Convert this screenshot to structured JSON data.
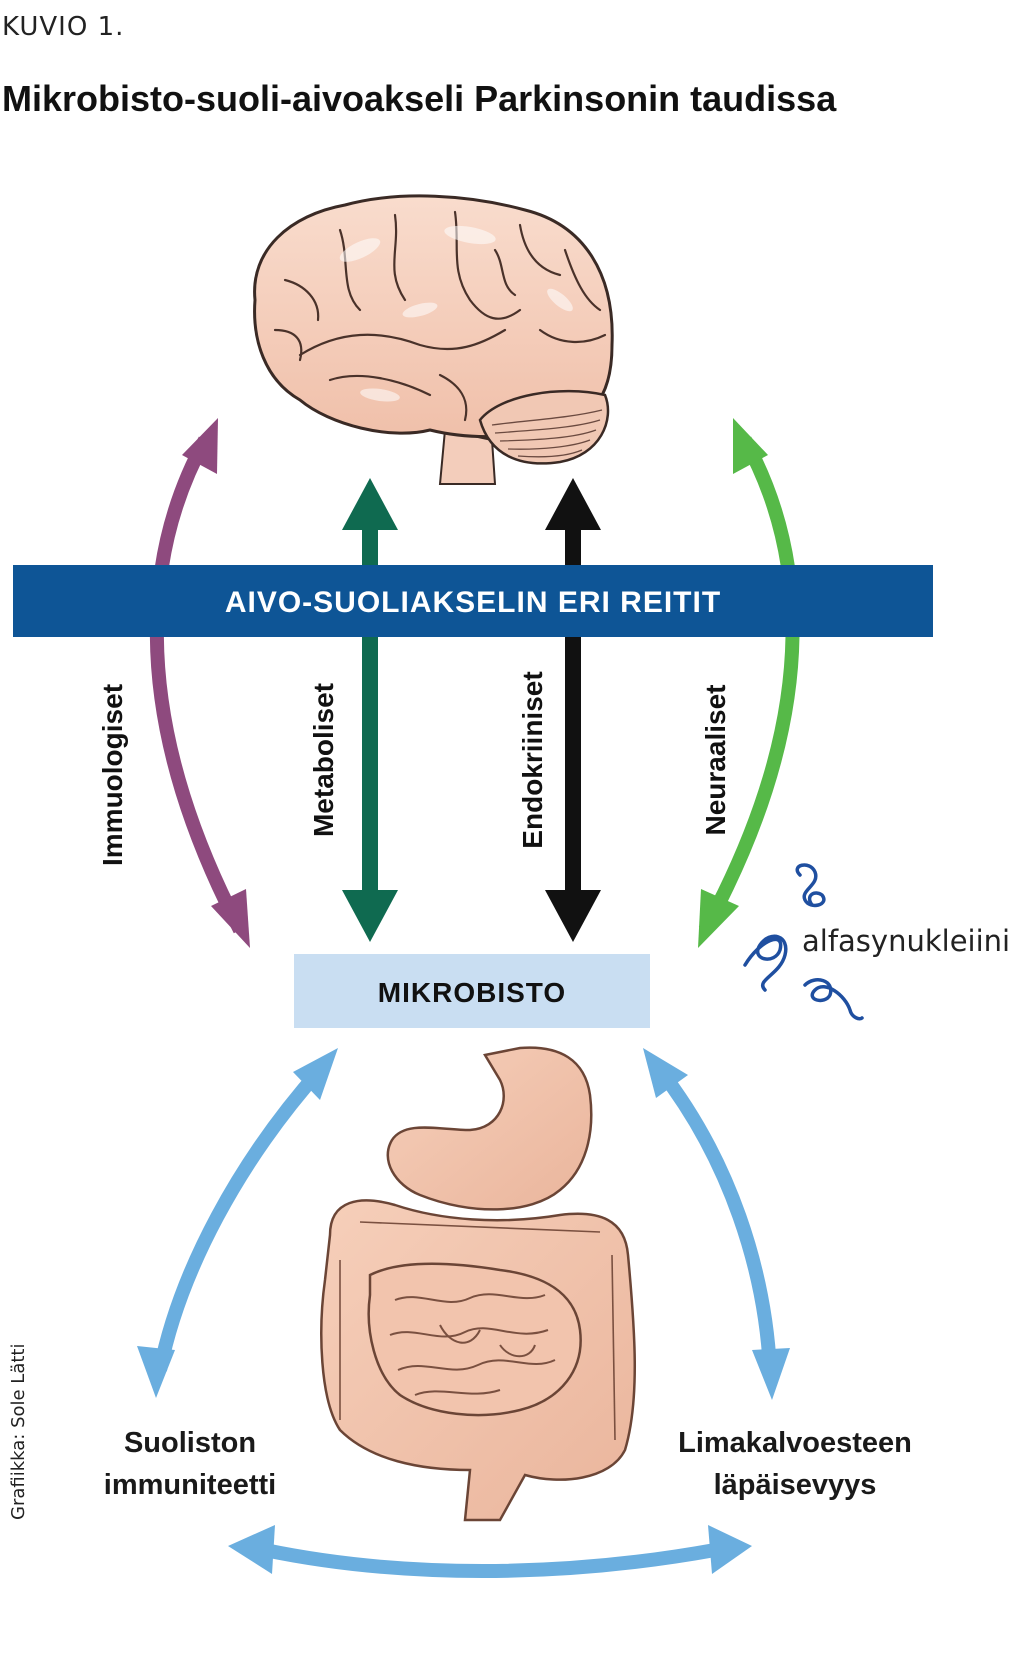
{
  "header": {
    "kuvio": "KUVIO 1.",
    "title": "Mikrobisto-suoli-aivoakseli Parkinsonin taudissa"
  },
  "banner": {
    "label": "AIVO-SUOLIAKSELIN ERI REITIT",
    "color": "#0e5596"
  },
  "mikrobisto": {
    "label": "MIKROBISTO",
    "color": "#c9def2"
  },
  "pathways": [
    {
      "label": "Immuologiset",
      "color": "#8e4a7e"
    },
    {
      "label": "Metaboliset",
      "color": "#0f6a50"
    },
    {
      "label": "Endokriiniset",
      "color": "#111111"
    },
    {
      "label": "Neuraaliset",
      "color": "#56b948"
    }
  ],
  "gut_arrow_color": "#6aaedf",
  "alfasynukleiini": {
    "label": "alfasynukleiini",
    "color": "#1f4fa0"
  },
  "bottom_labels": {
    "left": [
      "Suoliston",
      "immuniteetti"
    ],
    "right": [
      "Limakalvoesteen",
      "läpäisevyys"
    ]
  },
  "credit": "Grafiikka: Sole Lätti",
  "illustrations": [
    "brain-illustration",
    "digestive-tract-illustration"
  ]
}
